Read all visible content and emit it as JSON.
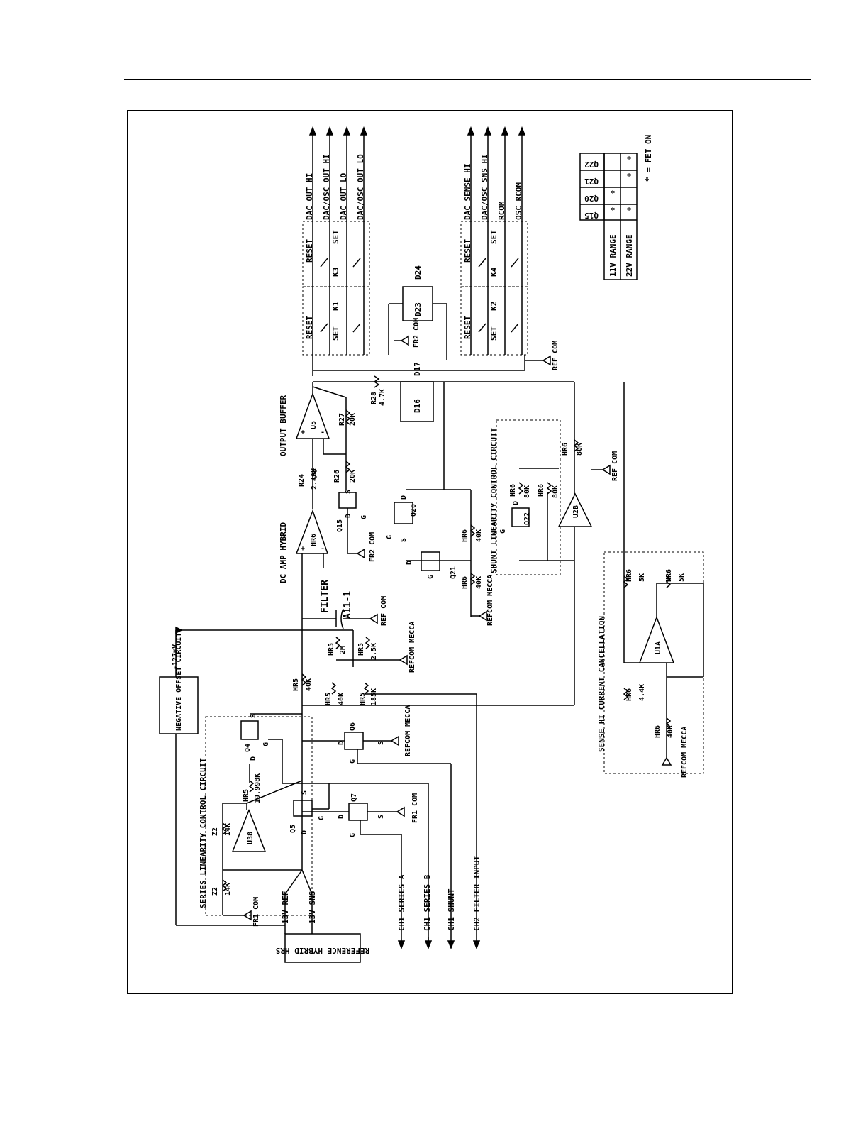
{
  "page": {},
  "diagram": {
    "orientation": "rotated 90° counterclockwise",
    "circuit_titles": {
      "output_buffer": "OUTPUT BUFFER",
      "dc_amp_hybrid": "DC AMP HYBRID",
      "shunt_linearity": "SHUNT LINEARITY CONTROL CIRCUIT",
      "sense_hi_cancellation": "SENSE HI CURRENT CANCELLATION",
      "series_linearity": "SERIES LINEARITY CONTROL CIRCUIT",
      "filter": "FILTER",
      "negative_offset": "NEGATIVE OFFSET CIRCUIT",
      "reference_hybrid": "REFERENCE HYBRID HRS"
    },
    "negative_offset_value": "-127mV",
    "inputs": {
      "v13_ref": "13V REF",
      "v13_sns": "13V SNS",
      "ch1_series_a": "CH1 SERIES A",
      "ch1_series_b": "CH1 SERIES B",
      "ch1_shunt": "CH1 SHUNT",
      "ch2_filter_input": "CH2 FILTER INPUT"
    },
    "outputs_top": [
      "DAC OUT HI",
      "DAC/OSC OUT HI",
      "DAC OUT LO",
      "DAC/OSC OUT LO"
    ],
    "outputs_bottom": [
      "DAC SENSE HI",
      "DAC/OSC SNS HI",
      "RCOM",
      "OSC RCOM"
    ],
    "relays": {
      "k1": "K1",
      "k2": "K2",
      "k3": "K3",
      "k4": "K4",
      "reset": "RESET",
      "set": "SET"
    },
    "components": {
      "u5": "U5",
      "hr6_amp": "HR6",
      "u38": "U38",
      "u28": "U2B",
      "u1a": "U1A",
      "r24": "R24",
      "r24_val": "2.49K",
      "r26": "R26",
      "r26_val": "20K",
      "r27": "R27",
      "r27_val": "20K",
      "r28": "R28",
      "r28_val": "4.7K",
      "d16": "D16",
      "d17": "D17",
      "d23": "D23",
      "d24": "D24",
      "q15": "Q15",
      "q20": "Q20",
      "q21": "Q21",
      "q22": "Q22",
      "q5": "Q5",
      "q6": "Q6",
      "q7": "Q7",
      "q4": "Q4",
      "a11": "A11-1",
      "hr5": "HR5",
      "hr6": "HR6",
      "z2": "Z2",
      "v40k": "40K",
      "v80k": "80K",
      "v2m": "2M",
      "v25k": "2.5K",
      "v185k": "185K",
      "v5k": "5K",
      "v44k": "4.4K",
      "v14k": "14K",
      "v1998k": "19.998K"
    },
    "grounds": {
      "ref_com": "REF COM",
      "fr1_com": "FR1 COM",
      "fr2_com": "FR2 COM",
      "refcom_mecca": "REFCOM MECCA"
    },
    "pins": {
      "d": "D",
      "s": "S",
      "g": "G",
      "plus": "+",
      "minus": "-"
    }
  },
  "fet_table": {
    "columns": [
      "Q15",
      "Q20",
      "Q21",
      "Q22"
    ],
    "rows": [
      {
        "label": "11V RANGE",
        "on": [
          true,
          true,
          false,
          false
        ]
      },
      {
        "label": "22V RANGE",
        "on": [
          true,
          false,
          true,
          true
        ]
      }
    ],
    "legend": "* = FET ON",
    "mark": "*"
  }
}
